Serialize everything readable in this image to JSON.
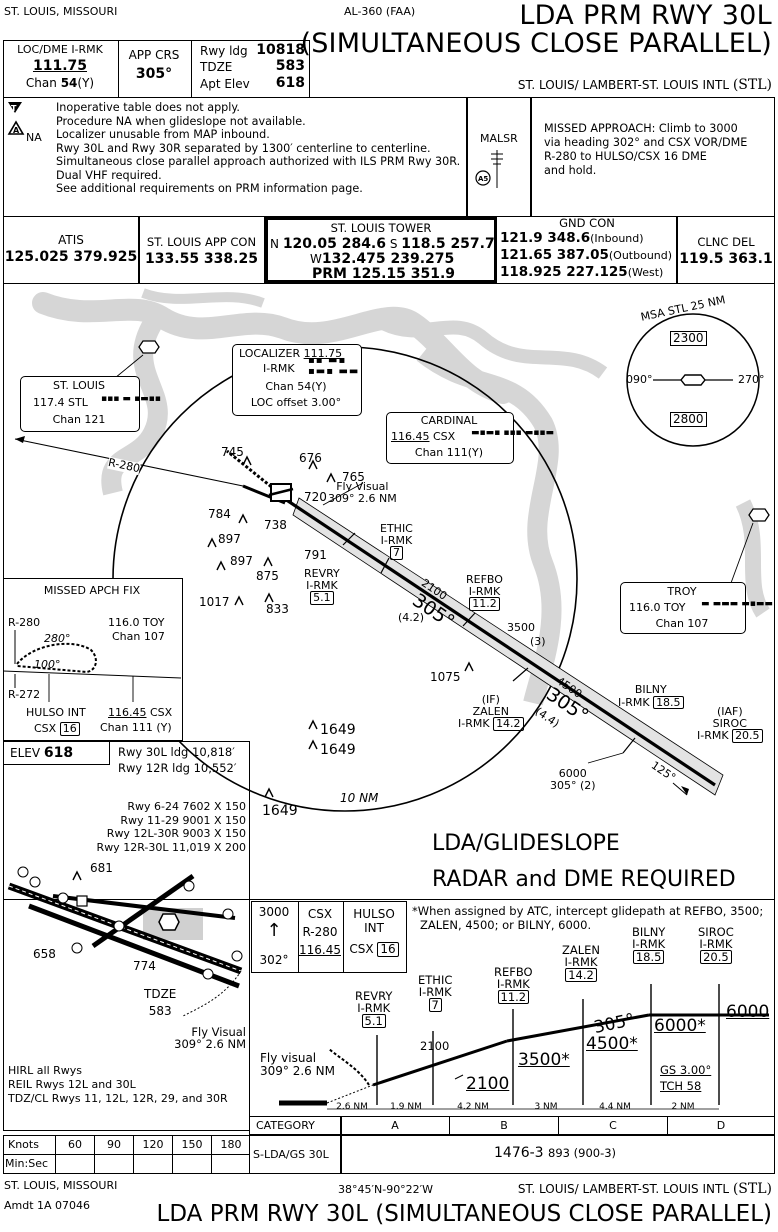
{
  "header": {
    "location": "ST. LOUIS, MISSOURI",
    "chart_id": "AL-360 (FAA)",
    "title_line1": "LDA PRM RWY 30L",
    "title_line2": "(SIMULTANEOUS CLOSE PARALLEL)",
    "airport": "ST. LOUIS/ LAMBERT-ST. LOUIS INTL",
    "airport_code": "(STL)"
  },
  "brief": {
    "loc_label": "LOC/DME I-RMK",
    "loc_freq": "111.75",
    "chan_label": "Chan",
    "chan_num": "54",
    "chan_suffix": "(Y)",
    "app_crs_label": "APP CRS",
    "app_crs": "305°",
    "rwy_ldg_label": "Rwy ldg",
    "rwy_ldg": "10818",
    "tdze_label": "TDZE",
    "tdze": "583",
    "apt_elev_label": "Apt Elev",
    "apt_elev": "618"
  },
  "notes": {
    "lines": [
      "Inoperative table does not apply.",
      "Procedure NA when glideslope not available.",
      "Localizer unusable from MAP inbound.",
      "Rwy 30L and Rwy 30R separated by 1300′ centerline to centerline.",
      "Simultaneous close parallel approach authorized with ILS PRM Rwy 30R.",
      "Dual VHF required.",
      "See additional requirements on PRM information page."
    ],
    "na_label": "NA",
    "malsr": "MALSR",
    "missed_approach": [
      "MISSED APPROACH: Climb to 3000",
      "via heading 302° and CSX VOR/DME",
      "R-280 to HULSO/CSX 16 DME",
      "and hold."
    ]
  },
  "comms": {
    "atis_label": "ATIS",
    "atis_freqs": "125.025 379.925",
    "app_label": "ST. LOUIS APP CON",
    "app_freqs": "133.55 338.25",
    "tower_label": "ST. LOUIS TOWER",
    "tower_n": "N",
    "tower_n_freqs": "120.05  284.6",
    "tower_s": "S",
    "tower_s_freqs": "118.5  257.7",
    "tower_w": "W",
    "tower_w_freqs": "132.475  239.275",
    "tower_prm": "PRM 125.15  351.9",
    "gnd_label": "GND CON",
    "gnd_line1": "121.9  348.6",
    "gnd_line1_note": "(Inbound)",
    "gnd_line2": "121.65  387.05",
    "gnd_line2_note": "(Outbound)",
    "gnd_line3": "118.925  227.125",
    "gnd_line3_note": "(West)",
    "clnc_label": "CLNC DEL",
    "clnc_freqs": "119.5  363.1"
  },
  "plan": {
    "localizer_label": "LOCALIZER",
    "localizer_freq": "111.75",
    "localizer_ident": "I-RMK",
    "localizer_chan": "Chan 54(Y)",
    "localizer_offset": "LOC offset 3.00°",
    "stl_name": "ST. LOUIS",
    "stl_freq": "117.4  STL",
    "stl_chan": "Chan 121",
    "cardinal_name": "CARDINAL",
    "cardinal_freq": "116.45",
    "cardinal_ident": "CSX",
    "cardinal_chan": "Chan 111(Y)",
    "troy_name": "TROY",
    "troy_freq": "116.0  TOY",
    "troy_chan": "Chan 107",
    "msa_label": "MSA STL 25 NM",
    "msa_north": "2300",
    "msa_south": "2800",
    "msa_west_bearing": "090°",
    "msa_east_bearing": "270°",
    "radial_r280": "R-280",
    "fly_visual": "Fly Visual",
    "fly_visual_2": "309° 2.6 NM",
    "ethic": "ETHIC",
    "ethic_id": "I-RMK",
    "ethic_dme": "7",
    "revry": "REVRY",
    "revry_id": "I-RMK",
    "revry_dme": "5.1",
    "refbo": "REFBO",
    "refbo_id": "I-RMK",
    "refbo_dme": "11.2",
    "zalen_if": "(IF)",
    "zalen": "ZALEN",
    "zalen_id": "I-RMK",
    "zalen_dme": "14.2",
    "bilny": "BILNY",
    "bilny_id": "I-RMK",
    "bilny_dme": "18.5",
    "siroc_iaf": "(IAF)",
    "siroc": "SIROC",
    "siroc_id": "I-RMK",
    "siroc_dme": "20.5",
    "alt_2100": "2100",
    "alt_2100_dist": "(4.2)",
    "course_305": "305°",
    "alt_3500": "3500",
    "alt_3500_dist": "(3)",
    "alt_4500": "4500",
    "alt_4500_dist": "(4.4)",
    "alt_6000": "6000",
    "alt_6000_2": "305° (2)",
    "course_125": "125°",
    "ring_10nm": "10 NM",
    "ob_745": "745",
    "ob_676": "676",
    "ob_765": "765",
    "ob_720": "720",
    "ob_784": "784",
    "ob_738": "738",
    "ob_897a": "897",
    "ob_897b": "897",
    "ob_791": "791",
    "ob_875": "875",
    "ob_1017": "1017",
    "ob_833": "833",
    "ob_1075": "1075",
    "ob_1649a": "1649",
    "ob_1649b": "1649",
    "ob_1649c": "1649",
    "ldags": "LDA/GLIDESLOPE",
    "radar_dme": "RADAR and DME REQUIRED"
  },
  "missed_fix": {
    "title": "MISSED APCH FIX",
    "r280": "R-280",
    "r272": "R-272",
    "toy": "116.0 TOY",
    "toy_chan": "Chan 107",
    "brg280": "280°",
    "brg100": "100°",
    "hulso": "HULSO INT",
    "hulso_csx": "CSX",
    "hulso_dme": "16",
    "csx_freq": "116.45",
    "csx_ident": "CSX",
    "csx_chan": "Chan 111 (Y)"
  },
  "airport": {
    "elev_label": "ELEV",
    "elev": "618",
    "rwy_ldg1": "Rwy 30L ldg 10,818′",
    "rwy_ldg2": "Rwy 12R ldg 10,552′",
    "runways": [
      "Rwy 6-24 7602 X 150",
      "Rwy 11-29 9001 X 150",
      "Rwy 12L-30R 9003 X 150",
      "Rwy 12R-30L 11,019 X 200"
    ],
    "ob_681": "681",
    "ob_658": "658",
    "ob_774": "774",
    "tdze_label": "TDZE",
    "tdze": "583",
    "fly_visual": "Fly Visual",
    "fly_visual_2": "309° 2.6 NM",
    "lighting": [
      "HIRL all Rwys",
      "REIL Rwys 12L and 30L",
      "TDZ/CL Rwys 11, 12L, 12R, 29, and 30R"
    ]
  },
  "profile": {
    "climb_alt": "3000",
    "climb_hdg": "302°",
    "csx_label": "CSX",
    "csx_r280": "R-280",
    "csx_freq": "116.45",
    "hulso_label": "HULSO",
    "hulso_int": "INT",
    "hulso_csx": "CSX",
    "hulso_dme": "16",
    "note": "*When assigned by ATC, intercept glidepath at REFBO, 3500;",
    "note2": "ZALEN, 4500; or BILNY, 6000.",
    "fix_revry": "REVRY",
    "fix_revry_id": "I-RMK",
    "fix_revry_dme": "5.1",
    "fix_ethic": "ETHIC",
    "fix_ethic_id": "I-RMK",
    "fix_ethic_dme": "7",
    "fix_refbo": "REFBO",
    "fix_refbo_id": "I-RMK",
    "fix_refbo_dme": "11.2",
    "fix_zalen": "ZALEN",
    "fix_zalen_id": "I-RMK",
    "fix_zalen_dme": "14.2",
    "fix_bilny": "BILNY",
    "fix_bilny_id": "I-RMK",
    "fix_bilny_dme": "18.5",
    "fix_siroc": "SIROC",
    "fix_siroc_id": "I-RMK",
    "fix_siroc_dme": "20.5",
    "alt_2100a": "2100",
    "alt_2100b": "2100",
    "alt_3500": "3500*",
    "alt_4500": "4500*",
    "crs_305": "305°",
    "alt_6000a": "6000*",
    "alt_6000b": "6000",
    "gs": "GS 3.00°",
    "tch": "TCH 58",
    "fly_visual": "Fly visual",
    "fly_visual_2": "309° 2.6 NM",
    "distances": [
      "2.6 NM",
      "1.9 NM",
      "4.2 NM",
      "3 NM",
      "4.4 NM",
      "2 NM"
    ]
  },
  "minimums": {
    "category_label": "CATEGORY",
    "categories": [
      "A",
      "B",
      "C",
      "D"
    ],
    "row_label": "S-LDA/GS 30L",
    "row_value": "1476-3",
    "row_value2": "893 (900-3)"
  },
  "timing": {
    "knots_label": "Knots",
    "minsec_label": "Min:Sec",
    "knots": [
      "60",
      "90",
      "120",
      "150",
      "180"
    ]
  },
  "footer": {
    "location": "ST. LOUIS, MISSOURI",
    "amdt": "Amdt 1A  07046",
    "coords": "38°45′N-90°22′W",
    "airport": "ST. LOUIS/ LAMBERT-ST. LOUIS INTL",
    "airport_code": "(STL)",
    "title": "LDA PRM RWY 30L (SIMULTANEOUS CLOSE PARALLEL)"
  }
}
